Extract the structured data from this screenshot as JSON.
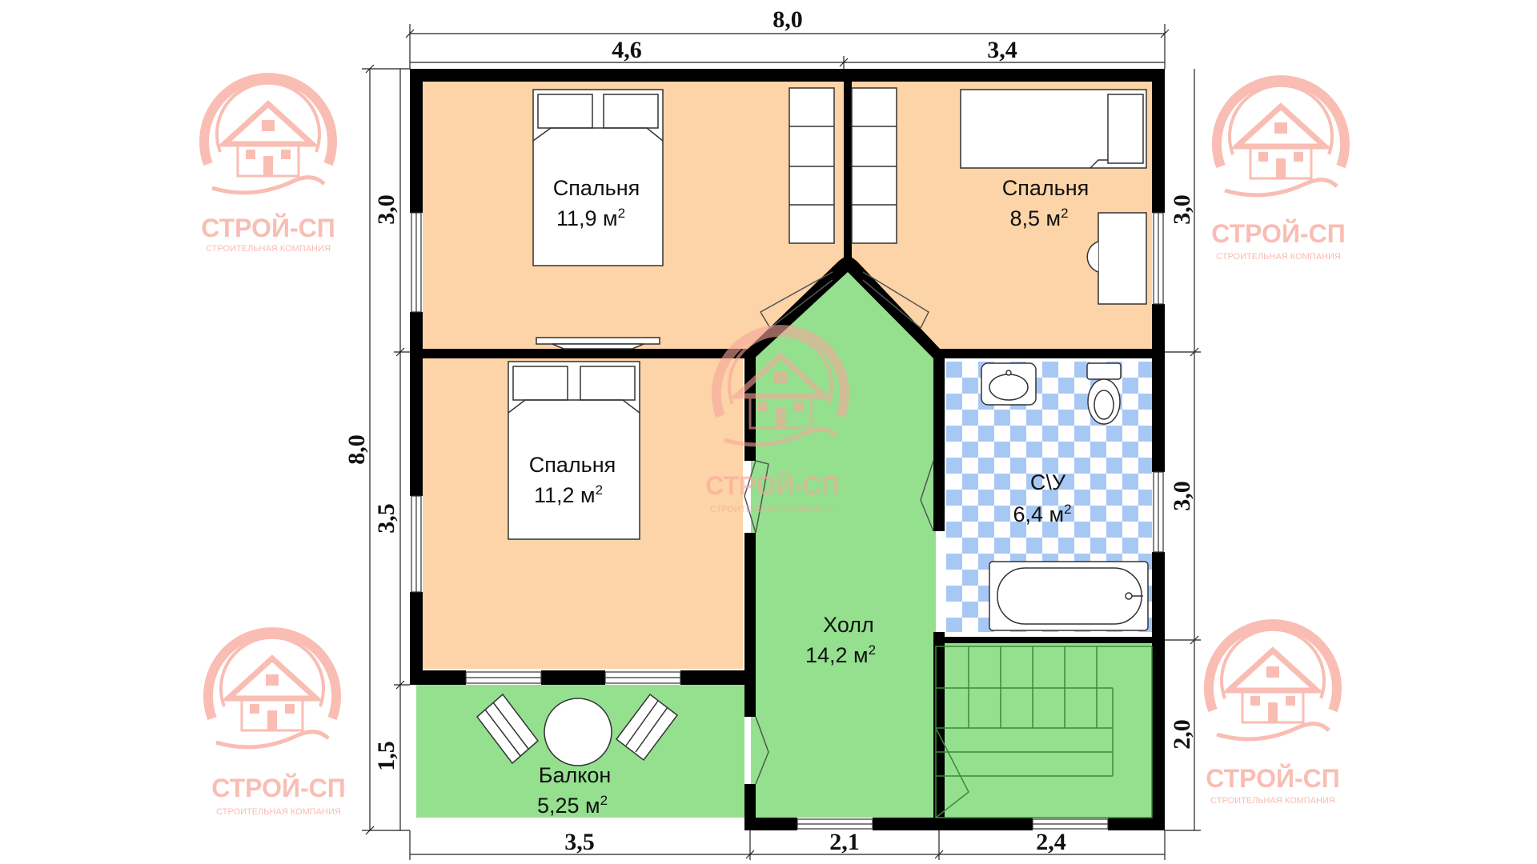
{
  "rooms": {
    "bedroom1": {
      "name": "Спальня",
      "area": "11,9 м",
      "sup": "2"
    },
    "bedroom2": {
      "name": "Спальня",
      "area": "8,5 м",
      "sup": "2"
    },
    "bedroom3": {
      "name": "Спальня",
      "area": "11,2 м",
      "sup": "2"
    },
    "bathroom": {
      "name": "С\\У",
      "area": "6,4 м",
      "sup": "2"
    },
    "hall": {
      "name": "Холл",
      "area": "14,2 м",
      "sup": "2"
    },
    "balcony": {
      "name": "Балкон",
      "area": "5,25 м",
      "sup": "2"
    }
  },
  "dimensions": {
    "top_total": "8,0",
    "top_left": "4,6",
    "top_right": "3,4",
    "left_total": "8,0",
    "left_top": "3,0",
    "left_middle": "3,5",
    "left_bottom": "1,5",
    "right_top": "3,0",
    "right_middle": "3,0",
    "right_bottom": "2,0",
    "bottom_left": "3,5",
    "bottom_middle": "2,1",
    "bottom_right": "2,4"
  },
  "watermark": {
    "name": "СТРОЙ-СП",
    "subtitle": "СТРОИТЕЛЬНАЯ КОМПАНИЯ"
  },
  "colors": {
    "bedroom": "#fcd4a7",
    "hall": "#94e08f",
    "tile_blue": "#a7c8f5",
    "wall": "#000000",
    "watermark": "#f7a79a"
  }
}
